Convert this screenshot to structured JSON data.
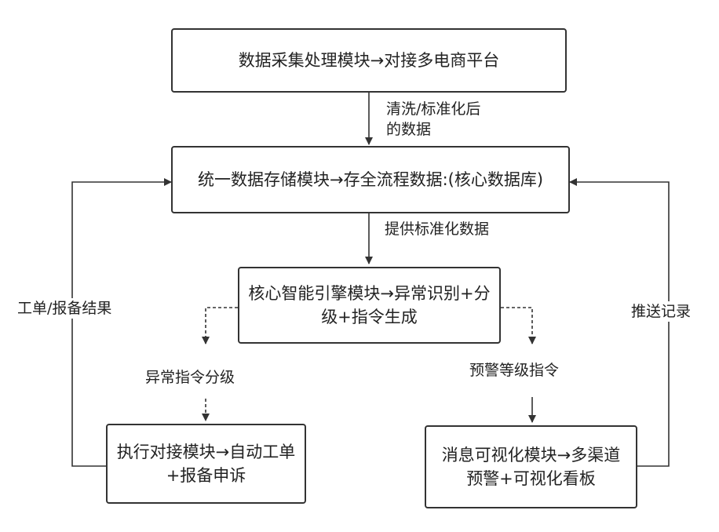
{
  "nodes": {
    "collect": "数据采集处理模块→对接多电商平台",
    "storage": "统一数据存储模块→存全流程数据:(核心数据库)",
    "engine": "核心智能引擎模块→异常识别+分级+指令生成",
    "execute": "执行对接模块→自动工单+报备申诉",
    "visual": "消息可视化模块→多渠道预警+可视化看板"
  },
  "edges": {
    "cleaned": "清洗/标准化后的数据",
    "provide": "提供标准化数据",
    "anomaly": "异常指令分级",
    "warning": "预警等级指令",
    "feedback": "工单/报备结果",
    "push": "推送记录"
  },
  "colors": {
    "line": "#333333",
    "text": "#222222"
  }
}
